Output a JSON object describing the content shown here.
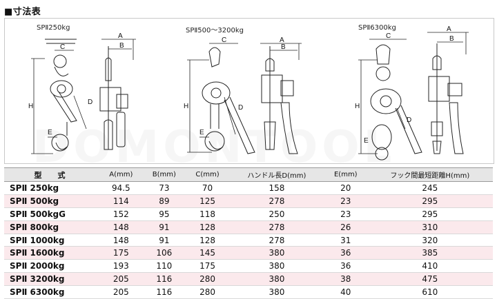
{
  "heading": "■寸法表",
  "diagrams": {
    "captions": [
      "SPⅡ250kg",
      "SPⅡ500～3200kg",
      "SPⅡ6300kg"
    ],
    "dim_labels": {
      "a": "A",
      "b": "B",
      "c": "C",
      "d": "D",
      "e": "E",
      "h": "H"
    }
  },
  "watermark": "DOMONTOOL",
  "table": {
    "headers": [
      "型　式",
      "A(mm)",
      "B(mm)",
      "C(mm)",
      "ハンドル長D(mm)",
      "E(mm)",
      "フック間最短距離H(mm)"
    ],
    "rows": [
      {
        "model": "SPⅡ 250kg",
        "a": "94.5",
        "b": "73",
        "c": "70",
        "d": "158",
        "e": "20",
        "h": "245"
      },
      {
        "model": "SPⅡ 500kg",
        "a": "114",
        "b": "89",
        "c": "125",
        "d": "278",
        "e": "23",
        "h": "295"
      },
      {
        "model": "SPⅡ 500kgG",
        "a": "152",
        "b": "95",
        "c": "118",
        "d": "250",
        "e": "23",
        "h": "295"
      },
      {
        "model": "SPⅡ 800kg",
        "a": "148",
        "b": "91",
        "c": "128",
        "d": "278",
        "e": "26",
        "h": "310"
      },
      {
        "model": "SPⅡ 1000kg",
        "a": "148",
        "b": "91",
        "c": "128",
        "d": "278",
        "e": "31",
        "h": "320"
      },
      {
        "model": "SPⅡ 1600kg",
        "a": "175",
        "b": "106",
        "c": "145",
        "d": "380",
        "e": "36",
        "h": "385"
      },
      {
        "model": "SPⅡ 2000kg",
        "a": "193",
        "b": "110",
        "c": "175",
        "d": "380",
        "e": "36",
        "h": "410"
      },
      {
        "model": "SPⅡ 3200kg",
        "a": "205",
        "b": "116",
        "c": "280",
        "d": "380",
        "e": "38",
        "h": "475"
      },
      {
        "model": "SPⅡ 6300kg",
        "a": "205",
        "b": "116",
        "c": "280",
        "d": "380",
        "e": "40",
        "h": "610"
      }
    ]
  }
}
